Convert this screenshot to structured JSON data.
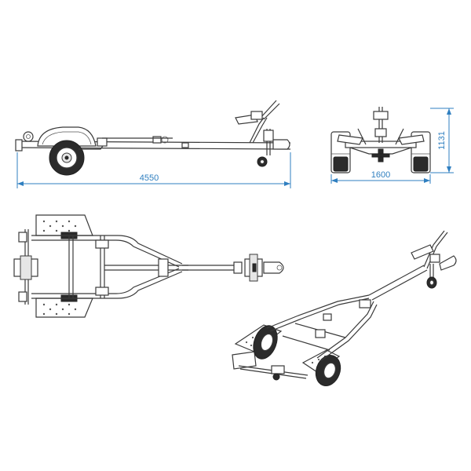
{
  "dimensions": {
    "length": "4550",
    "width": "1600",
    "height": "1131"
  },
  "colors": {
    "dimension_line": "#2f7fc0",
    "drawing_line": "#3a3a3a"
  }
}
